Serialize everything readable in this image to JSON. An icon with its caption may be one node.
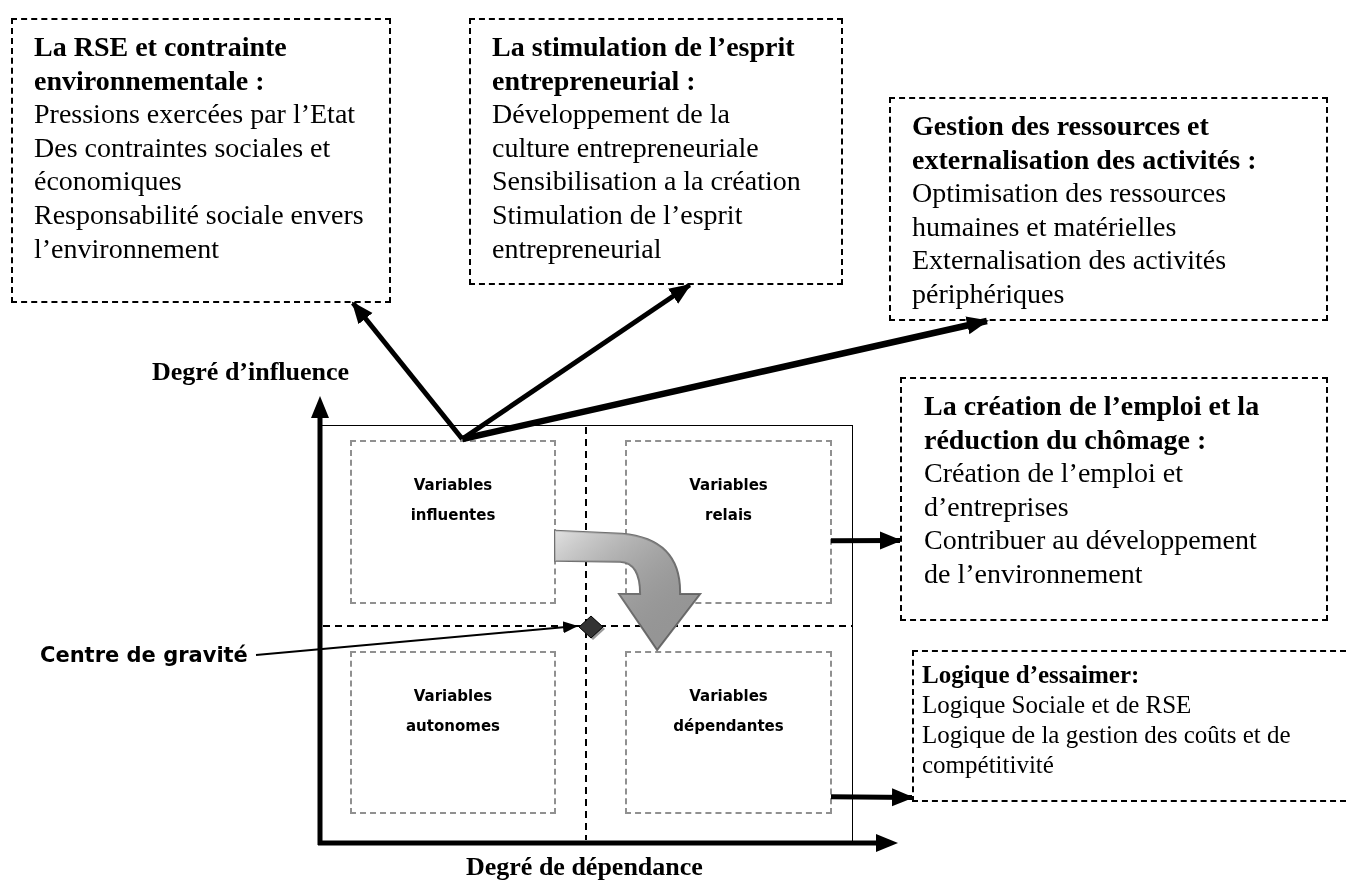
{
  "diagram": {
    "nodes": [
      {
        "text": [
          "La RSE et contrainte environnementale :",
          "Pressions exercées par l’Etat",
          "Des contraintes sociales et économiques",
          "Responsabilité sociale envers l’environnement"
        ]
      },
      {
        "text": [
          "La stimulation de l’esprit entrepreneurial :",
          "Développement de la culture entrepreneuriale",
          "Sensibilisation a la création",
          "Stimulation de l’esprit entrepreneurial"
        ]
      },
      {
        "text": [
          "Gestion des ressources et externalisation des activités :",
          "Optimisation des ressources humaines et matérielles",
          "Externalisation des activités périphériques"
        ]
      },
      {
        "text": [
          "La création de l’emploi et la réduction du chômage :",
          "Création de l’emploi et d’entreprises",
          "Contribuer au développement de l’environnement"
        ]
      },
      {
        "text": [
          "Logique d’essaimer:",
          "Logique Sociale et de RSE",
          "Logique de la gestion des coûts et de compétitivité"
        ]
      },
      {
        "text": [],
        "shape": "box"
      },
      {
        "text": [
          "Variables influentes"
        ],
        "in": 5
      },
      {
        "text": [
          "Variables relais"
        ],
        "in": 5
      },
      {
        "text": [
          "Variables autonomes"
        ],
        "in": 5
      },
      {
        "text": [
          "Variables dépendantes"
        ],
        "in": 5
      },
      {
        "text": [
          "Centre de gravité"
        ]
      },
      {
        "text": [],
        "shape": "diamond",
        "in": 5
      }
    ],
    "edges": [
      {
        "from": 6,
        "to": 0,
        "arrow": "to"
      },
      {
        "from": 6,
        "to": 1,
        "arrow": "to"
      },
      {
        "from": 6,
        "to": 2,
        "arrow": "to"
      },
      {
        "from": 7,
        "to": 3,
        "arrow": "to"
      },
      {
        "from": 9,
        "to": 4,
        "arrow": "to"
      },
      {
        "from": 10,
        "to": 11,
        "arrow": "to"
      },
      {
        "from": 6,
        "to": 9,
        "arrow": "to",
        "style": "thick",
        "color": "#b4b4b4"
      }
    ],
    "labels": [
      "Degré d’influence",
      "Degré de dépendance"
    ]
  }
}
